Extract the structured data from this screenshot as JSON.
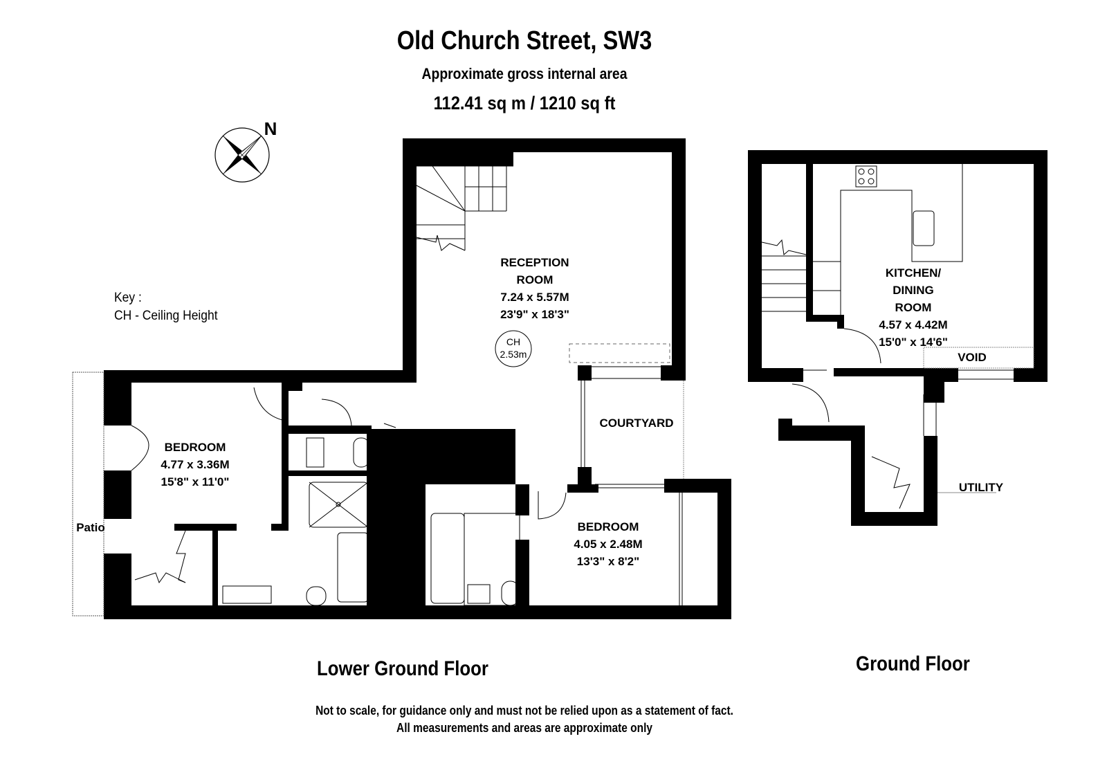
{
  "header": {
    "title": "Old Church Street, SW3",
    "subtitle": "Approximate gross internal area",
    "area": "112.41 sq m /  1210 sq ft"
  },
  "compass": {
    "icon": "north-compass-rose-icon",
    "label": "N"
  },
  "key": {
    "heading": "Key :",
    "entries": [
      "CH - Ceiling Height"
    ]
  },
  "floors": {
    "lower_ground": {
      "label": "Lower Ground Floor",
      "rooms": {
        "reception": {
          "name_line1": "RECEPTION",
          "name_line2": "ROOM",
          "metric": "7.24 x 5.57M",
          "imperial": "23'9\" x 18'3\"",
          "ceiling_height_label": "CH",
          "ceiling_height_value": "2.53m"
        },
        "bedroom1": {
          "name": "BEDROOM",
          "metric": "4.77 x 3.36M",
          "imperial": "15'8\" x 11'0\""
        },
        "bedroom2": {
          "name": "BEDROOM",
          "metric": "4.05 x 2.48M",
          "imperial": "13'3\" x 8'2\""
        },
        "courtyard": {
          "name": "COURTYARD"
        },
        "patio": {
          "name": "Patio"
        }
      }
    },
    "ground": {
      "label": "Ground Floor",
      "rooms": {
        "kitchen": {
          "name_line1": "KITCHEN/",
          "name_line2": "DINING",
          "name_line3": "ROOM",
          "metric": "4.57 x 4.42M",
          "imperial": "15'0\" x 14'6\""
        },
        "void": {
          "name": "VOID"
        },
        "utility": {
          "name": "UTILITY"
        }
      }
    }
  },
  "footer": {
    "line1": "Not to scale, for guidance only and must not be relied upon as a statement of fact.",
    "line2": "All measurements and areas are approximate only"
  }
}
